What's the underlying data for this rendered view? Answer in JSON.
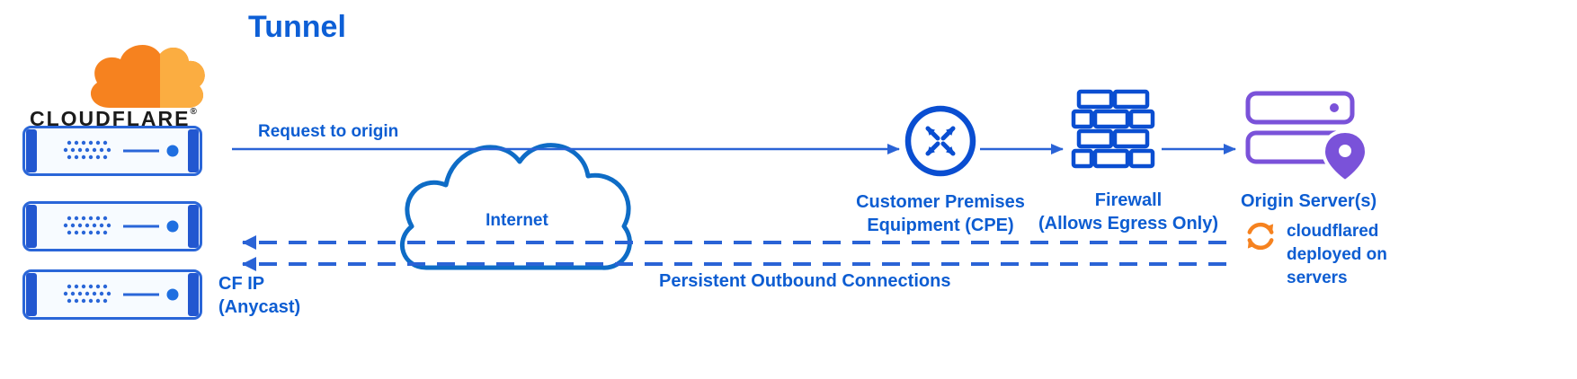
{
  "title": "Tunnel",
  "brand": {
    "name": "CLOUDFLARE",
    "registered": "®"
  },
  "edge_labels": {
    "request_to_origin": "Request to origin",
    "persistent_outbound": "Persistent Outbound Connections",
    "cf_ip": {
      "lines": [
        "CF IP",
        "(Anycast)"
      ]
    }
  },
  "nodes": {
    "cloudflare_edge": {
      "description": "Three Cloudflare edge servers (anycast)"
    },
    "internet": {
      "label": "Internet"
    },
    "cpe": {
      "lines": [
        "Customer Premises",
        "Equipment (CPE)"
      ]
    },
    "firewall": {
      "lines": [
        "Firewall",
        "(Allows Egress Only)"
      ]
    },
    "origin": {
      "label": "Origin Server(s)"
    },
    "cloudflared": {
      "lines": [
        "cloudflared",
        "deployed on",
        "servers"
      ]
    }
  },
  "colors": {
    "blue_text": "#0d5dd2",
    "blue_line": "#2a63d6",
    "blue_icon": "#0a4ed1",
    "cloud_stroke": "#0e6cc6",
    "server_stroke": "#2a66d8",
    "server_cap": "#2257d0",
    "purple": "#7a52d9",
    "orange": "#f6821f",
    "light_orange": "#fbad41",
    "brand_text": "#1b1b1b"
  }
}
